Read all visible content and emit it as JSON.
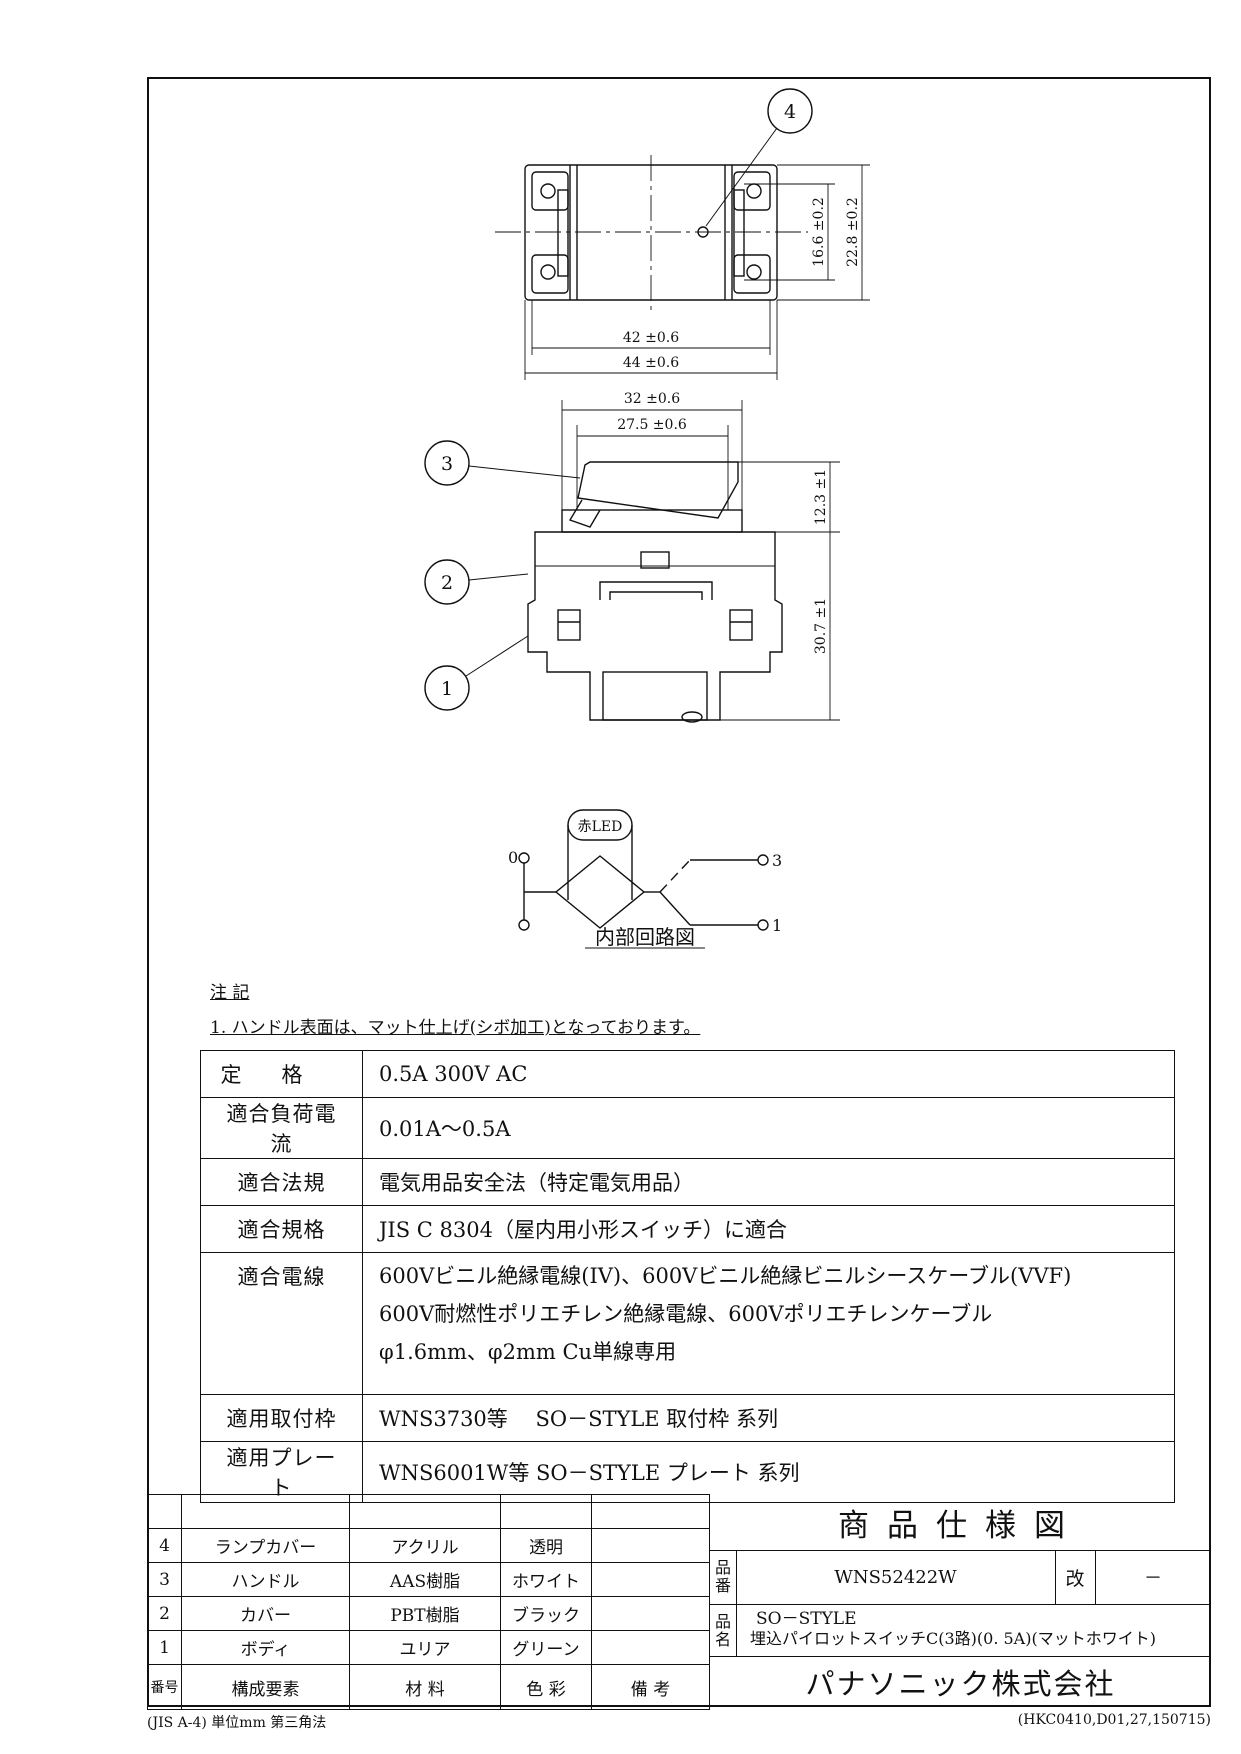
{
  "drawing": {
    "callouts": [
      "1",
      "2",
      "3",
      "4"
    ],
    "dims": {
      "h_inner": "16.6 ±0.2",
      "h_outer": "22.8 ±0.2",
      "w_42": "42 ±0.6",
      "w_44": "44 ±0.6",
      "w_32": "32 ±0.6",
      "w_275": "27.5 ±0.6",
      "handle_h": "12.3 ±1",
      "body_h": "30.7 ±1"
    },
    "circuit": {
      "led_label": "赤LED",
      "terminal_0": "0",
      "terminal_3": "3",
      "terminal_1": "1",
      "caption": "内部回路図"
    }
  },
  "notes": {
    "title": "注 記",
    "item1": "1. ハンドル表面は、マット仕上げ(シボ加工)となっております。"
  },
  "spec": {
    "rating_label": "定格",
    "rating": "0.5A 300V AC",
    "load_label": "適合負荷電流",
    "load": "0.01A～0.5A",
    "law_label": "適合法規",
    "law": "電気用品安全法（特定電気用品）",
    "std_label": "適合規格",
    "std": "JIS C 8304（屋内用小形スイッチ）に適合",
    "wire_label": "適合電線",
    "wire1": "600Vビニル絶縁電線(IV)、600Vビニル絶縁ビニルシースケーブル(VVF)",
    "wire2": "600V耐燃性ポリエチレン絶縁電線、600Vポリエチレンケーブル",
    "wire3": "φ1.6mm、φ2mm Cu単線専用",
    "frame_label": "適用取付枠",
    "frame": "WNS3730等　 SO－STYLE 取付枠 系列",
    "plate_label": "適用プレート",
    "plate": "WNS6001W等 SO－STYLE プレート 系列"
  },
  "parts": {
    "rows": [
      {
        "no": "4",
        "name": "ランプカバー",
        "material": "アクリル",
        "color": "透明",
        "note": ""
      },
      {
        "no": "3",
        "name": "ハンドル",
        "material": "AAS樹脂",
        "color": "ホワイト",
        "note": ""
      },
      {
        "no": "2",
        "name": "カバー",
        "material": "PBT樹脂",
        "color": "ブラック",
        "note": ""
      },
      {
        "no": "1",
        "name": "ボディ",
        "material": "ユリア",
        "color": "グリーン",
        "note": ""
      }
    ],
    "header": {
      "no": "番号",
      "name": "構成要素",
      "material": "材 料",
      "color": "色 彩",
      "note": "備 考"
    }
  },
  "titleblock": {
    "title": "商品仕様図",
    "part_no_label_1": "品",
    "part_no_label_2": "番",
    "part_no": "WNS52422W",
    "rev_label": "改",
    "rev": "－",
    "name_label_1": "品",
    "name_label_2": "名",
    "name_line1": "SO－STYLE",
    "name_line2": "埋込パイロットスイッチC(3路)(0. 5A)(マットホワイト)",
    "company": "パナソニック株式会社"
  },
  "footer": {
    "left": "(JIS A-4) 単位mm 第三角法",
    "right": "(HKC0410,D01,27,150715)"
  }
}
